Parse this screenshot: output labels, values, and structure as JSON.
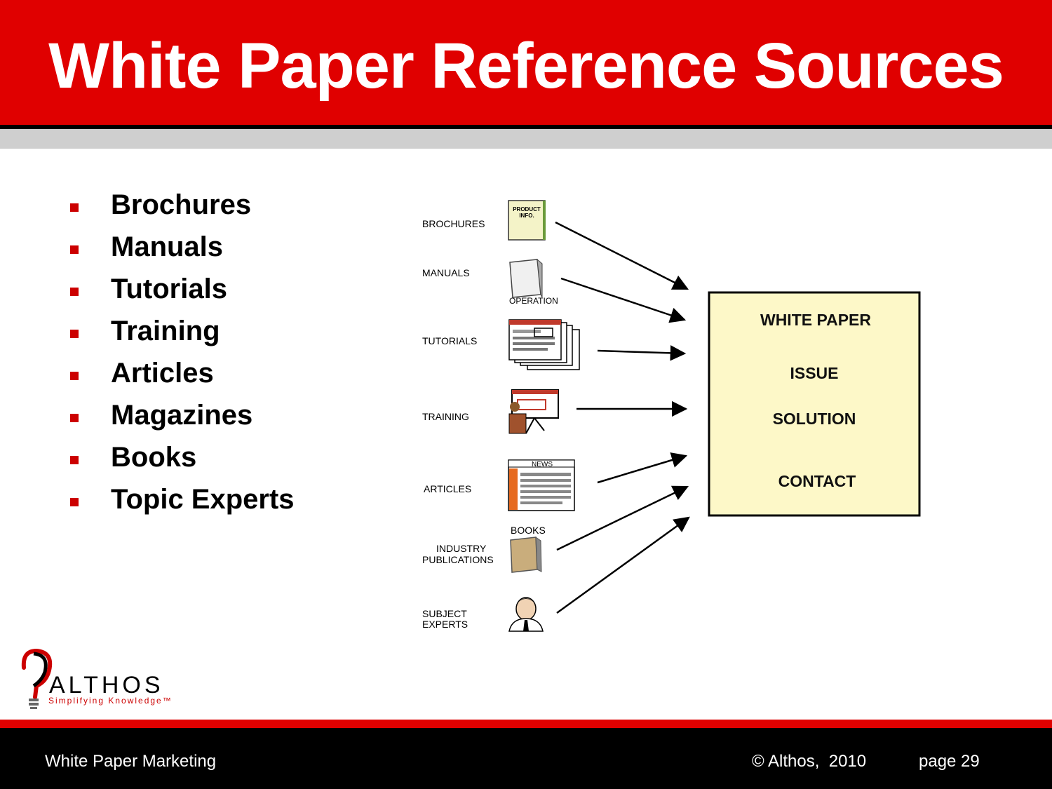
{
  "title": "White Paper Reference Sources",
  "bullets": [
    "Brochures",
    "Manuals",
    "Tutorials",
    "Training",
    "Articles",
    "Magazines",
    "Books",
    "Topic Experts"
  ],
  "diagram": {
    "sources": [
      "BROCHURES",
      "MANUALS",
      "TUTORIALS",
      "TRAINING",
      "ARTICLES",
      "INDUSTRY",
      "PUBLICATIONS",
      "SUBJECT",
      "EXPERTS"
    ],
    "icon_labels": {
      "product": "PRODUCT",
      "info": "INFO.",
      "operation": "OPERATION",
      "news": "NEWS",
      "books": "BOOKS"
    },
    "target": [
      "WHITE PAPER",
      "ISSUE",
      "SOLUTION",
      "CONTACT"
    ]
  },
  "logo": {
    "word": "ALTHOS",
    "tagline": "Simplifying Knowledge™"
  },
  "footer": {
    "left": "White Paper Marketing",
    "copyright": "© Althos,  2010",
    "page": "page 29"
  },
  "colors": {
    "accent": "#e00000",
    "target_fill": "#fdf8c8"
  }
}
